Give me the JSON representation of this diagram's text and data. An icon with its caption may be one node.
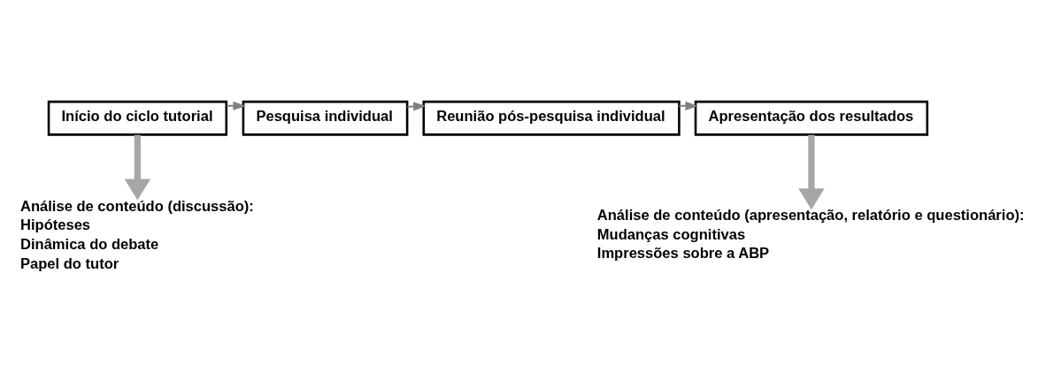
{
  "diagram": {
    "nodes": [
      {
        "text": [
          "Início do ciclo tutorial"
        ]
      },
      {
        "text": [
          "Pesquisa individual"
        ]
      },
      {
        "text": [
          "Reunião pós-pesquisa individual"
        ]
      },
      {
        "text": [
          "Apresentação dos resultados"
        ]
      },
      {
        "text": [
          "Análise de conteúdo (discussão):",
          "Hipóteses",
          "Dinâmica do debate",
          "Papel do tutor"
        ]
      },
      {
        "text": [
          "Análise de conteúdo (apresentação, relatório e questionário):",
          "Mudanças cognitivas",
          "Impressões sobre a ABP"
        ]
      }
    ],
    "edges": [
      {
        "from": 0,
        "to": 1,
        "arrow": "to"
      },
      {
        "from": 1,
        "to": 2,
        "arrow": "to"
      },
      {
        "from": 2,
        "to": 3,
        "arrow": "to"
      },
      {
        "from": 0,
        "to": 4,
        "arrow": "to",
        "style": "thick"
      },
      {
        "from": 3,
        "to": 5,
        "arrow": "to",
        "style": "thick"
      }
    ]
  }
}
